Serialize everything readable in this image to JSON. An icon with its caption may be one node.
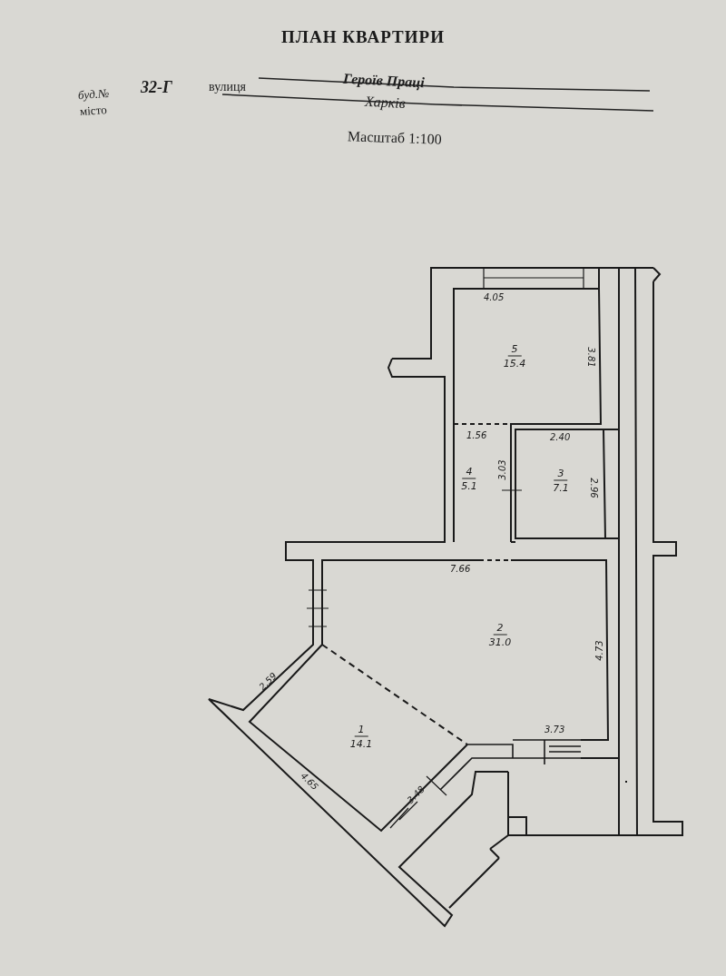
{
  "diagram": {
    "title": "ПЛАН КВАРТИРИ",
    "nodes": [
      {
        "text": [
          "5",
          "15.4"
        ]
      },
      {
        "text": [
          "4",
          "5.1"
        ]
      },
      {
        "text": [
          "3",
          "7.1"
        ]
      },
      {
        "text": [
          "2",
          "31.0"
        ]
      },
      {
        "text": [
          "1",
          "14.1"
        ]
      }
    ],
    "labels": [
      "буд.№",
      "32-Г",
      "вулиця",
      "Героїв Праці",
      "місто",
      "Харків",
      "Масштаб 1:100",
      "4.05",
      "3.81",
      "1.56",
      "2.40",
      "3.03",
      "2.96",
      "7.66",
      "4.73",
      "2.59",
      "3.73",
      "4.65",
      "3.48"
    ]
  }
}
